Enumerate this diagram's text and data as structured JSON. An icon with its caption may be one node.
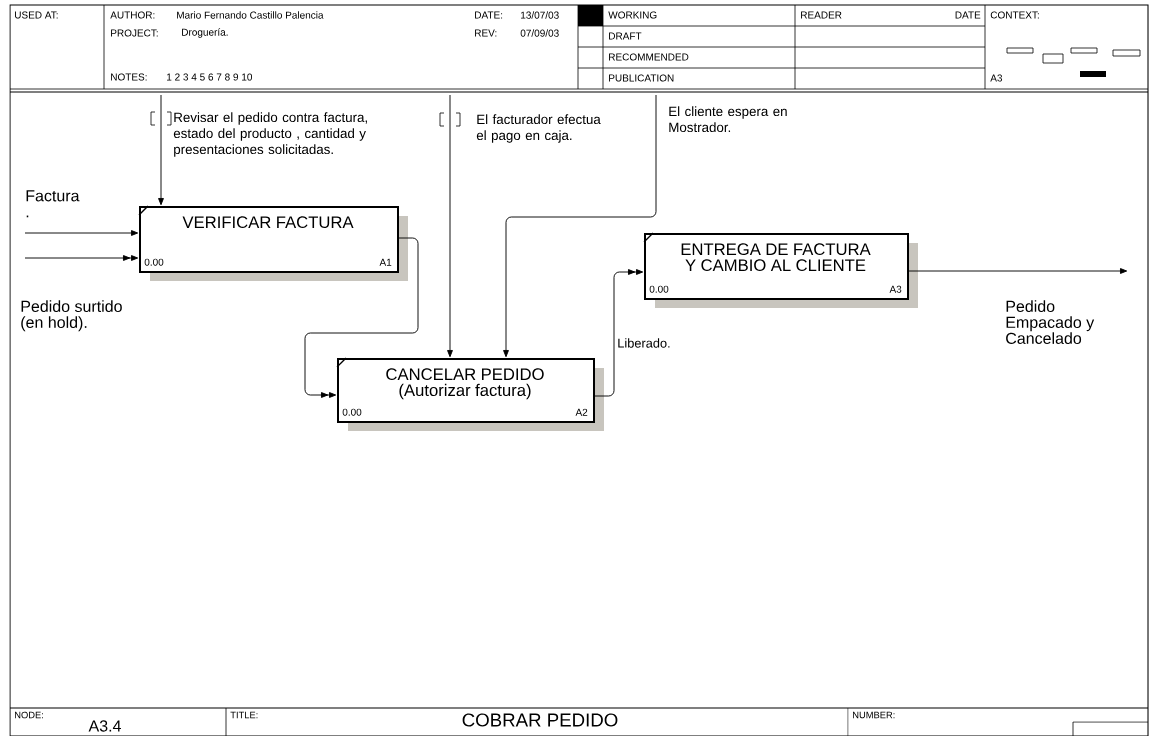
{
  "diagram": {
    "title": "COBRAR PEDIDO",
    "nodes": [
      {
        "text": [
          "VERIFICAR FACTURA",
          "0.00",
          "A1"
        ]
      },
      {
        "text": [
          "CANCELAR PEDIDO (Autorizar factura)",
          "0.00",
          "A2"
        ]
      },
      {
        "text": [
          "ENTREGA DE FACTURA Y CAMBIO AL CLIENTE",
          "0.00",
          "A3"
        ]
      }
    ],
    "edges": [
      {
        "from": null,
        "to": 0,
        "arrow": "to",
        "label": "Factura ."
      },
      {
        "from": null,
        "to": 0,
        "arrow": "to",
        "label": "Pedido surtido (en hold)."
      },
      {
        "from": null,
        "to": 0,
        "arrow": "to",
        "label": "Revisar el pedido contra factura, estado del producto , cantidad y presentaciones solicitadas."
      },
      {
        "from": 0,
        "to": 1,
        "arrow": "to"
      },
      {
        "from": null,
        "to": 1,
        "arrow": "to",
        "label": "El facturador efectua el pago en caja."
      },
      {
        "from": null,
        "to": 1,
        "arrow": "to",
        "label": "El cliente espera en Mostrador."
      },
      {
        "from": 1,
        "to": 2,
        "arrow": "to",
        "label": "Liberado."
      },
      {
        "from": 2,
        "to": null,
        "arrow": "to",
        "label": "Pedido Empacado y Cancelado"
      }
    ],
    "labels": [
      "USED AT:",
      "AUTHOR:",
      "Mario Fernando Castillo Palencia",
      "DATE:",
      "13/07/03",
      "PROJECT:",
      "Droguería.",
      "REV:",
      "07/09/03",
      "NOTES:",
      "1 2 3 4 5 6 7 8 9 10",
      "WORKING",
      "DRAFT",
      "RECOMMENDED",
      "PUBLICATION",
      "READER",
      "DATE",
      "CONTEXT:",
      "A3",
      "NODE:",
      "A3.4",
      "TITLE:",
      "NUMBER:"
    ]
  }
}
